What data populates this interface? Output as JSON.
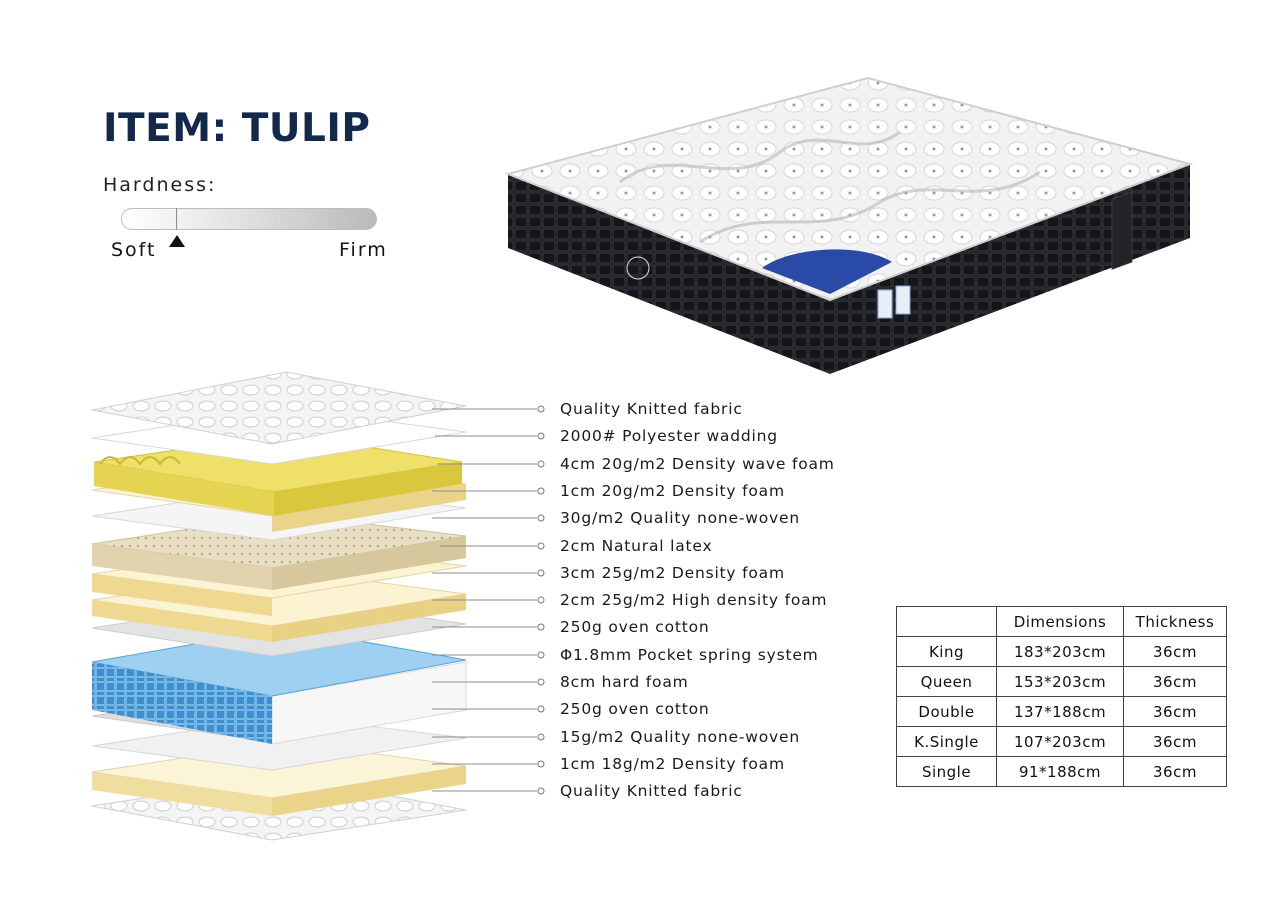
{
  "item_title": "ITEM: TULIP",
  "hardness": {
    "label": "Hardness:",
    "low_label": "Soft",
    "high_label": "Firm",
    "level_fraction": 0.22
  },
  "layers": [
    "Quality Knitted fabric",
    "2000# Polyester wadding",
    "4cm 20g/m2 Density wave foam",
    "1cm 20g/m2 Density foam",
    "30g/m2 Quality none-woven",
    "2cm Natural latex",
    "3cm 25g/m2 Density foam",
    "2cm 25g/m2 High density foam",
    "250g oven cotton",
    "Φ1.8mm Pocket spring system",
    "8cm hard foam",
    "250g oven cotton",
    "15g/m2 Quality none-woven",
    "1cm 18g/m2 Density foam",
    "Quality Knitted fabric"
  ],
  "spec_table": {
    "headers": [
      "",
      "Dimensions",
      "Thickness"
    ],
    "rows": [
      [
        "King",
        "183*203cm",
        "36cm"
      ],
      [
        "Queen",
        "153*203cm",
        "36cm"
      ],
      [
        "Double",
        "137*188cm",
        "36cm"
      ],
      [
        "K.Single",
        "107*203cm",
        "36cm"
      ],
      [
        "Single",
        "91*188cm",
        "36cm"
      ]
    ]
  },
  "colors": {
    "title": "#13294b",
    "mattress_side": "#15161a",
    "foam_yellow": "#f3e9b8",
    "wave_foam": "#e4d451",
    "spring_blue": "#4a9fd8",
    "warranty_badge": "#2a4aa8"
  }
}
